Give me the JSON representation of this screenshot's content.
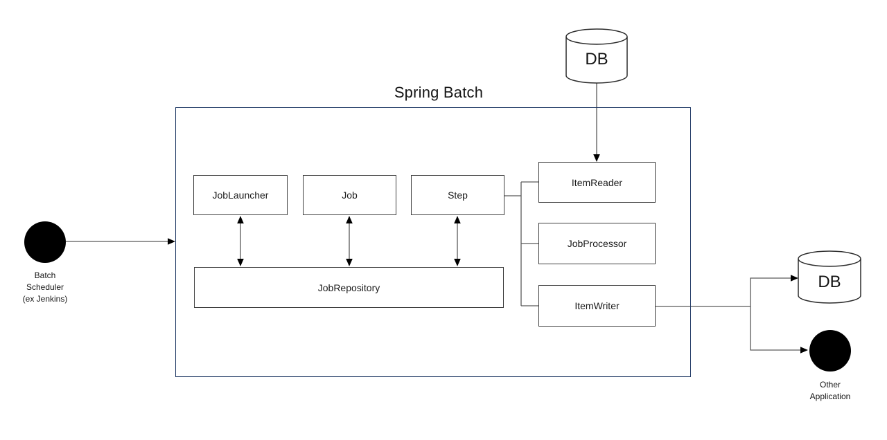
{
  "diagram": {
    "title": "Spring Batch",
    "boxes": {
      "job_launcher": "JobLauncher",
      "job": "Job",
      "step": "Step",
      "job_repository": "JobRepository",
      "item_reader": "ItemReader",
      "job_processor": "JobProcessor",
      "item_writer": "ItemWriter"
    },
    "databases": {
      "top": "DB",
      "right": "DB"
    },
    "actors": {
      "batch_scheduler": {
        "line1": "Batch",
        "line2": "Scheduler",
        "line3": "(ex Jenkins)"
      },
      "other_application": {
        "line1": "Other",
        "line2": "Application"
      }
    },
    "colors": {
      "container_border": "#1f3864",
      "box_border": "#3d3d3d",
      "connector_line": "#595959",
      "arrowhead": "#000000",
      "actor_fill": "#000000",
      "node_fill": "#ffffff",
      "text": "#1a1a1a",
      "background": "#ffffff"
    }
  }
}
